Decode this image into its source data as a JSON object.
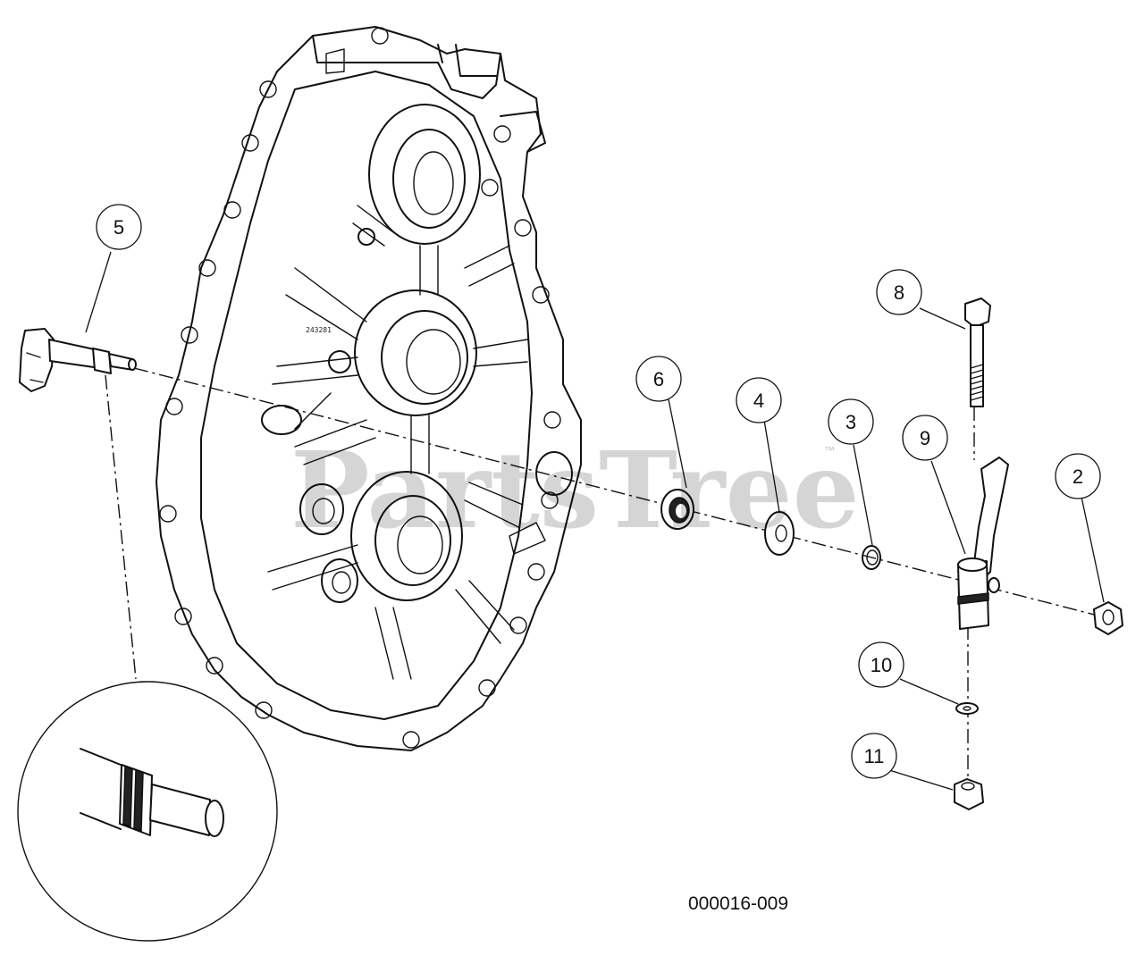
{
  "diagram_code": "000016-009",
  "watermark": {
    "text": "PartsTree",
    "trademark": "™"
  },
  "housing_stamp": "243281",
  "callouts": [
    {
      "id": "callout-5",
      "label": "5"
    },
    {
      "id": "callout-6",
      "label": "6"
    },
    {
      "id": "callout-4",
      "label": "4"
    },
    {
      "id": "callout-3",
      "label": "3"
    },
    {
      "id": "callout-9",
      "label": "9"
    },
    {
      "id": "callout-8",
      "label": "8"
    },
    {
      "id": "callout-2",
      "label": "2"
    },
    {
      "id": "callout-10",
      "label": "10"
    },
    {
      "id": "callout-11",
      "label": "11"
    }
  ]
}
